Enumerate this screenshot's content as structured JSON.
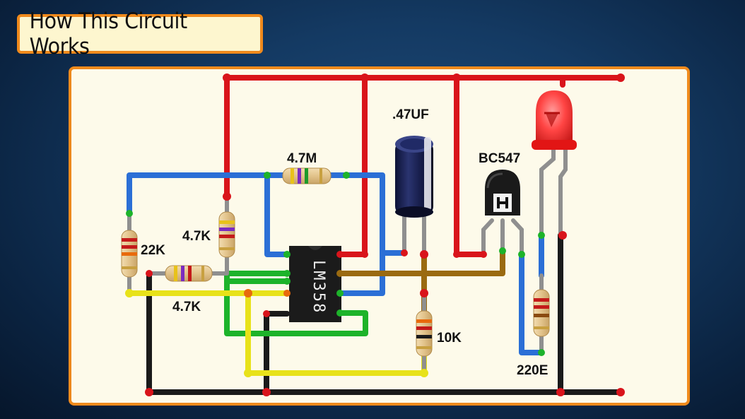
{
  "title": "How This Circuit Works",
  "components": {
    "ic": "LM358",
    "capacitor": ".47UF",
    "transistor": "BC547",
    "r_feedback": "4.7M",
    "r_left": "22K",
    "r_divider": "4.7K",
    "r_input": "4.7K",
    "r_bottom": "10K",
    "r_led": "220E"
  },
  "colors": {
    "vcc": "#d9141b",
    "gnd": "#1a1a1a",
    "signal_blue": "#2b6fd6",
    "signal_green": "#1db32a",
    "signal_yellow": "#e8e21a",
    "signal_brown": "#9a6a10",
    "board_border": "#f08a1c"
  }
}
